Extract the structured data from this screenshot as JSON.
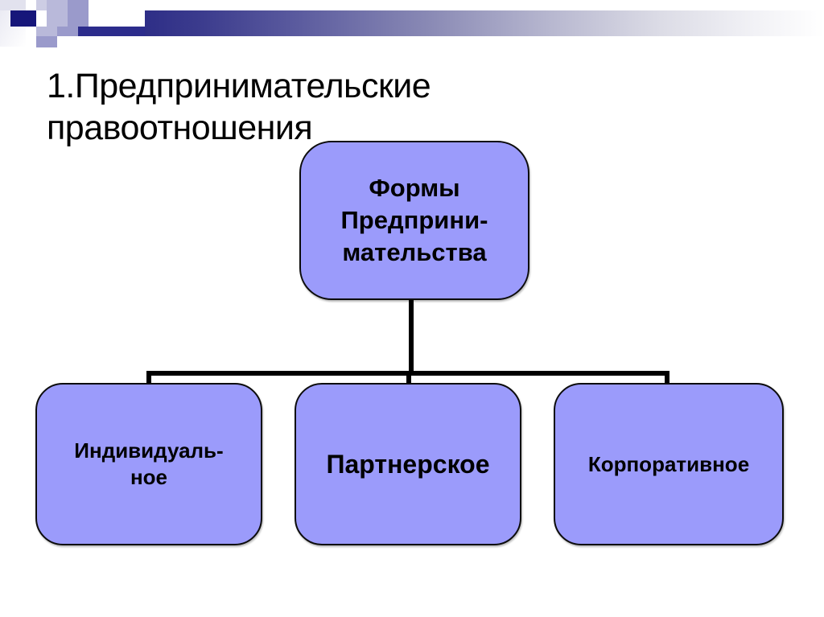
{
  "slide": {
    "title": "1.Предпринимательские\nправоотношения",
    "background_color": "#ffffff"
  },
  "decor": {
    "gradient_from": "#2e2e87",
    "gradient_to": "#ffffff",
    "accent_navy": "#16167a",
    "accent_mid": "#9a9acb",
    "accent_light": "#b9b9da"
  },
  "diagram": {
    "type": "hierarchy",
    "node_fill": "#9b9bfb",
    "node_border": "#0c0c0c",
    "root": {
      "label": "Формы\nПредприни-\nмательства"
    },
    "children": [
      {
        "label": "Индивидуаль-\nное"
      },
      {
        "label": "Партнерское"
      },
      {
        "label": "Корпоративное"
      }
    ]
  }
}
